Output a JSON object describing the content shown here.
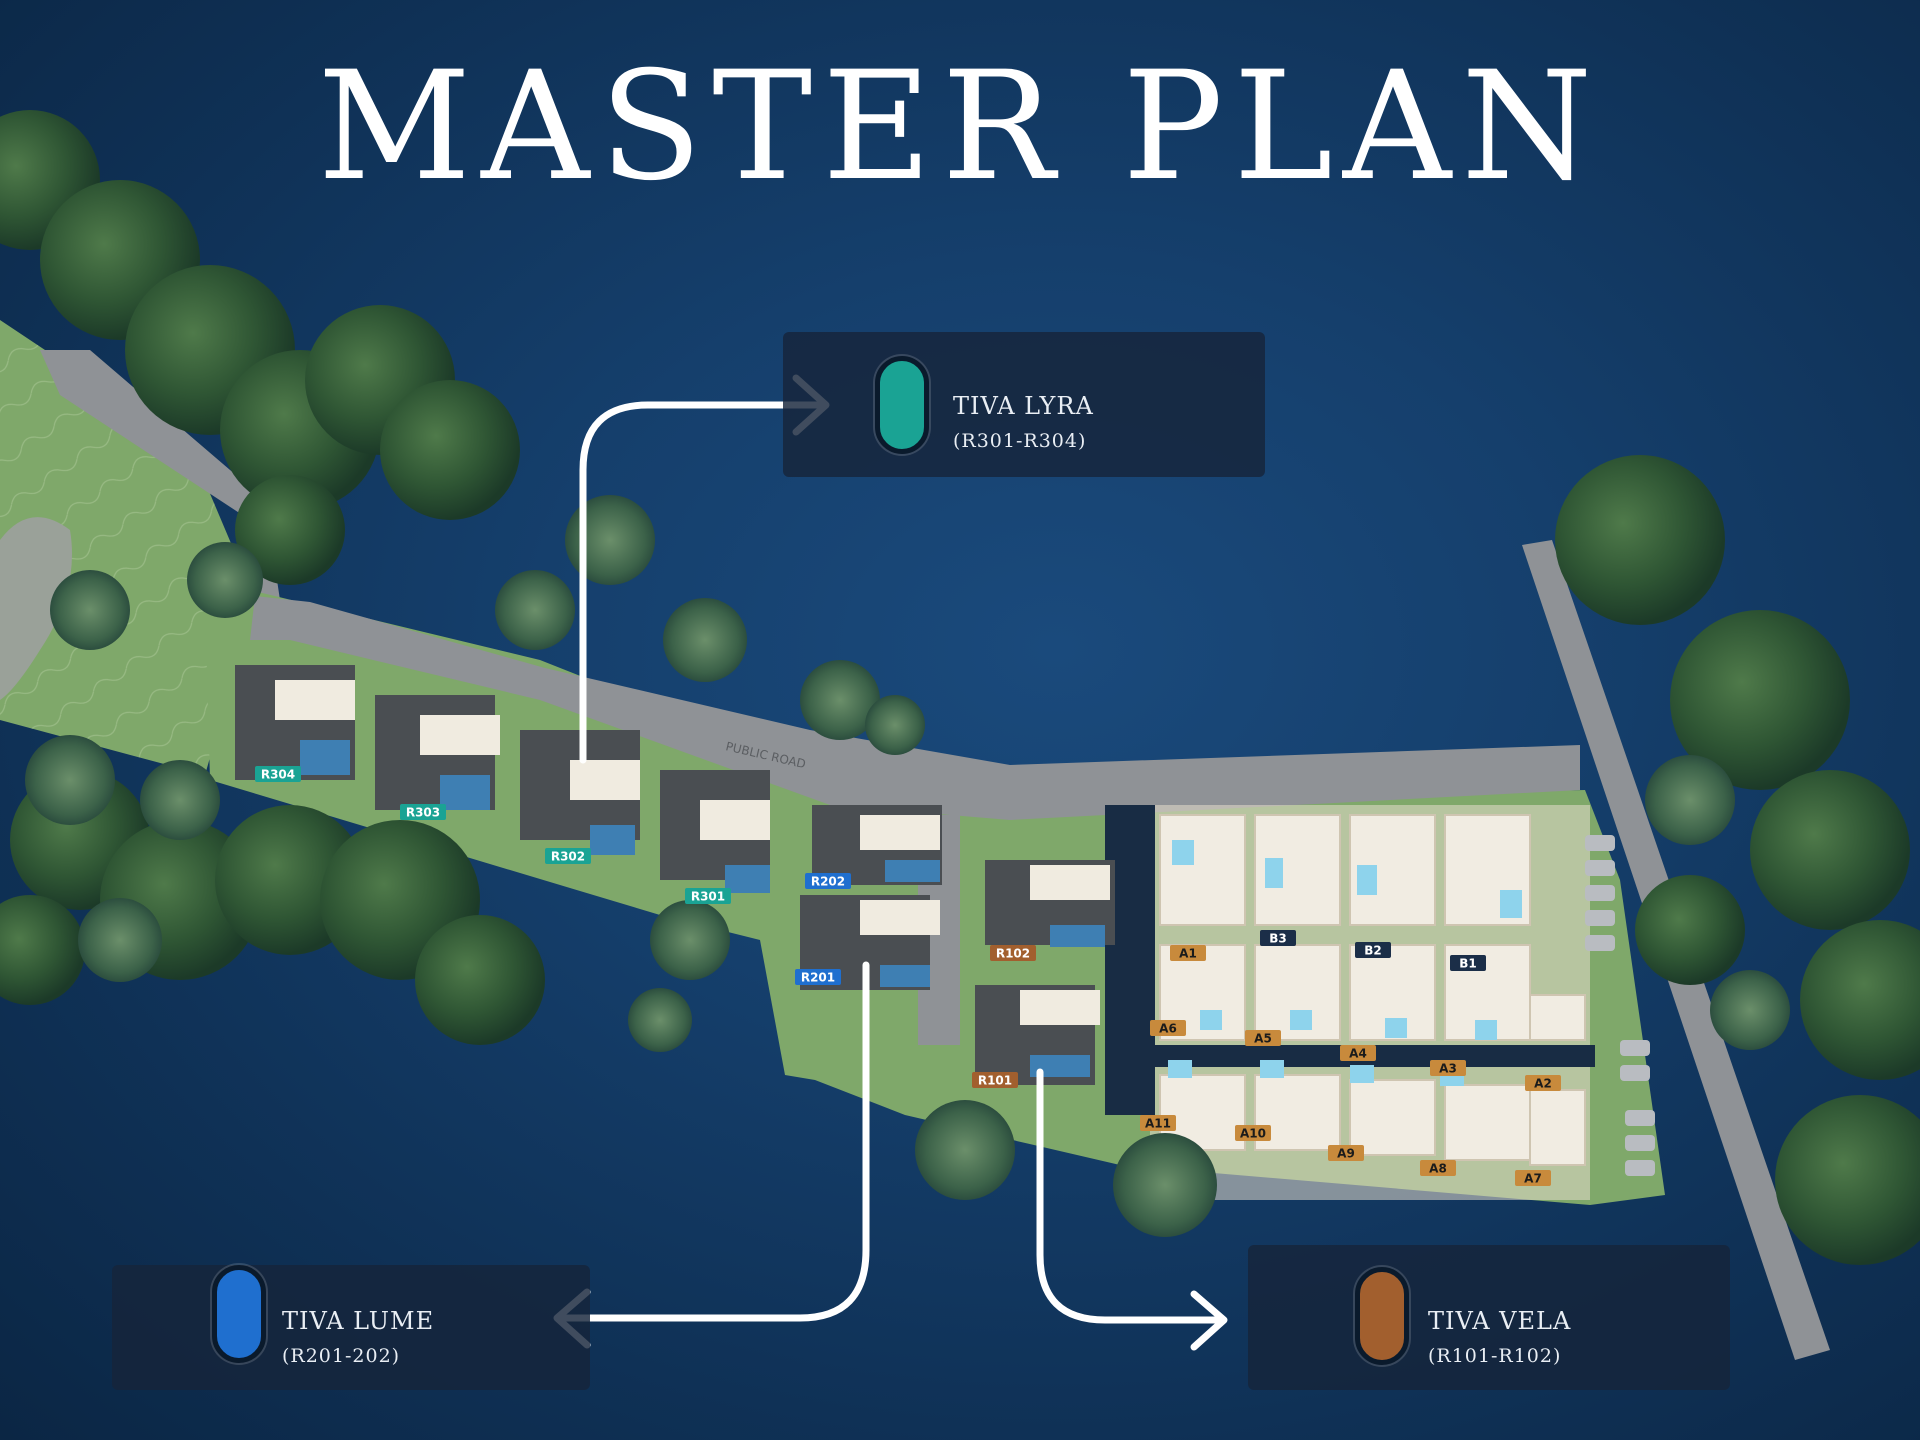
{
  "title": "MASTER PLAN",
  "road_label": "PUBLIC ROAD",
  "colors": {
    "sea": "#153f6c",
    "land": "#7fa86a",
    "road": "#8f9296",
    "lyra": "#1aa394",
    "lume": "#1f6fcf",
    "vela": "#a25f2e",
    "panel": "#16243a"
  },
  "legends": {
    "lyra": {
      "name": "TIVA LYRA",
      "range": "(R301-R304)"
    },
    "lume": {
      "name": "TIVA LUME",
      "range": "(R201-202)"
    },
    "vela": {
      "name": "TIVA VELA",
      "range": "(R101-R102)"
    }
  },
  "lots": {
    "lyra": [
      "R304",
      "R303",
      "R302",
      "R301"
    ],
    "lume": [
      "R202",
      "R201"
    ],
    "vela": [
      "R102",
      "R101"
    ],
    "b_row": [
      "B3",
      "B2",
      "B1"
    ],
    "a_row_mid": [
      "A1",
      "A6",
      "A5",
      "A4",
      "A3",
      "A2"
    ],
    "a_row_bottom": [
      "A11",
      "A10",
      "A9",
      "A8",
      "A7"
    ]
  }
}
